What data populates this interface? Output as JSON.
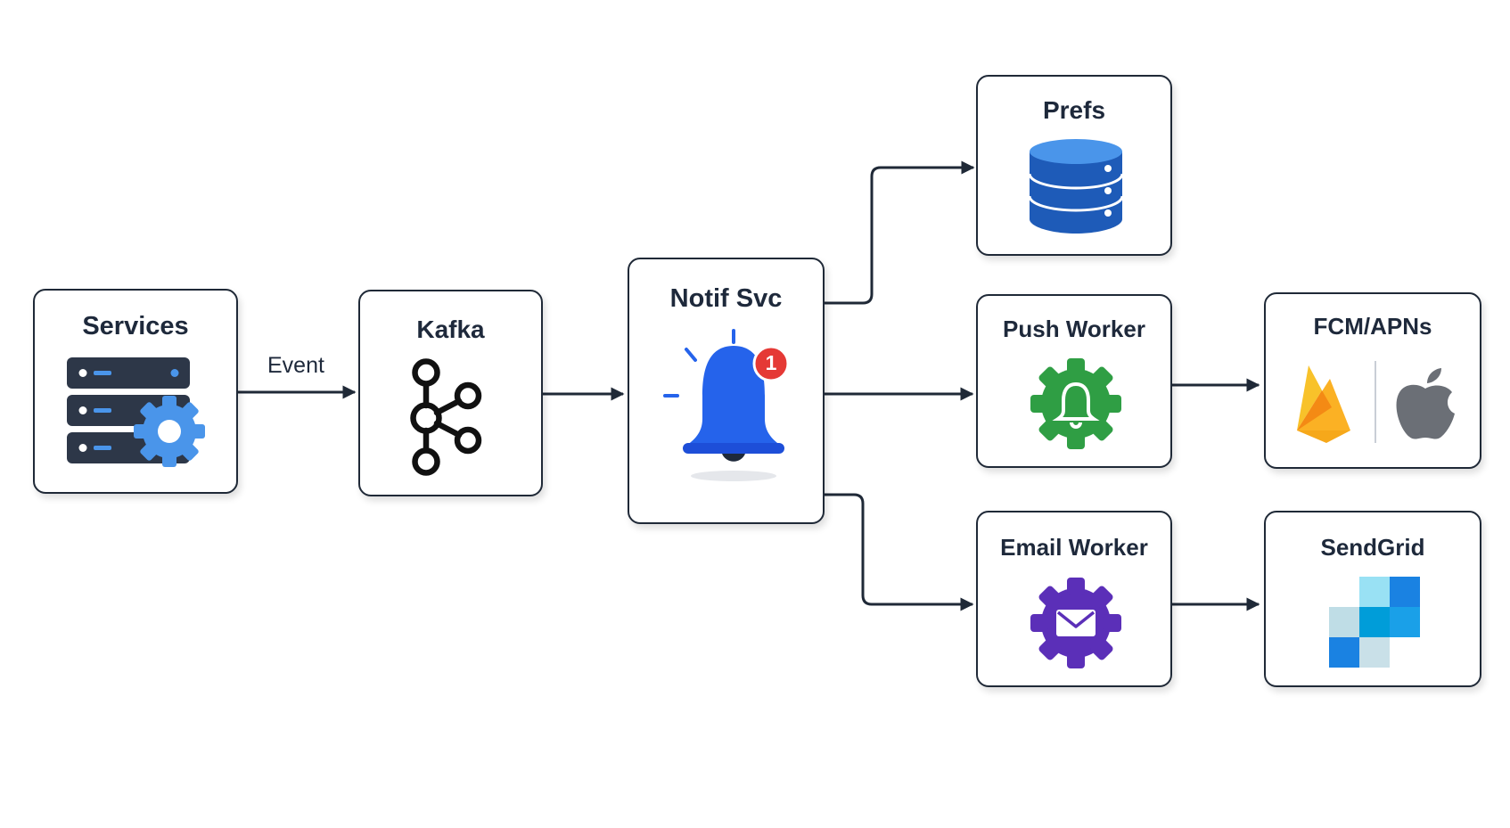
{
  "nodes": {
    "services": {
      "label": "Services"
    },
    "kafka": {
      "label": "Kafka"
    },
    "notif": {
      "label": "Notif Svc",
      "badge": "1"
    },
    "prefs": {
      "label": "Prefs"
    },
    "push": {
      "label": "Push Worker"
    },
    "fcm": {
      "label": "FCM/APNs"
    },
    "email": {
      "label": "Email Worker"
    },
    "sendgrid": {
      "label": "SendGrid"
    }
  },
  "edges": {
    "services_kafka": {
      "label": "Event"
    }
  },
  "colors": {
    "edge": "#1f2937",
    "server": "#2d3748",
    "gear_blue": "#4a95ea",
    "bell_blue": "#2563eb",
    "badge_red": "#e53935",
    "db_blue": "#1e5bb8",
    "push_green": "#2f9e44",
    "email_purple": "#5b2fb8",
    "firebase_yellow": "#f8c22a",
    "apple_gray": "#6b6f76",
    "sendgrid_blue": "#1aa0e8"
  }
}
